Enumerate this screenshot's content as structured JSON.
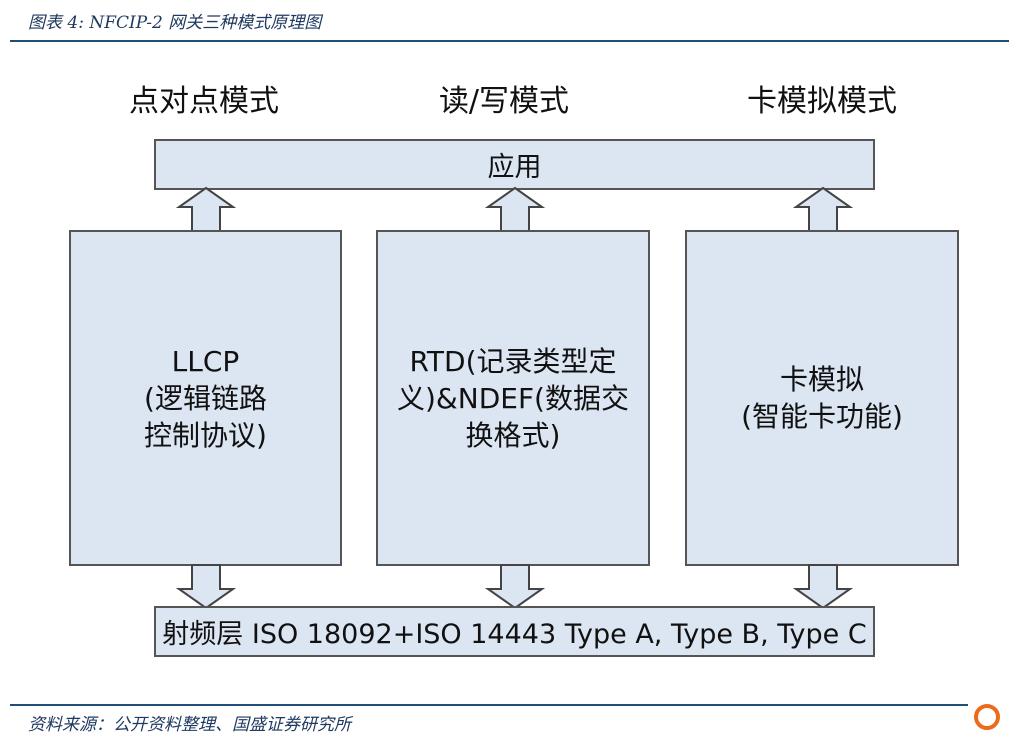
{
  "caption": "图表 4: NFCIP-2 网关三种模式原理图",
  "modes": [
    "点对点模式",
    "读/写模式",
    "卡模拟模式"
  ],
  "app_label": "应用",
  "modules": [
    "LLCP\n(逻辑链路\n控制协议)",
    "RTD(记录类型定\n义)&NDEF(数据交\n换格式)",
    "卡模拟\n(智能卡功能)"
  ],
  "rf_label": "射频层 ISO 18092+ISO 14443 Type A, Type B, Type C",
  "source": "资料来源：公开资料整理、国盛证券研究所",
  "colors": {
    "box_fill": "#dce6f2",
    "rule": "#1f4e79",
    "logo": "#ee6a1b"
  }
}
